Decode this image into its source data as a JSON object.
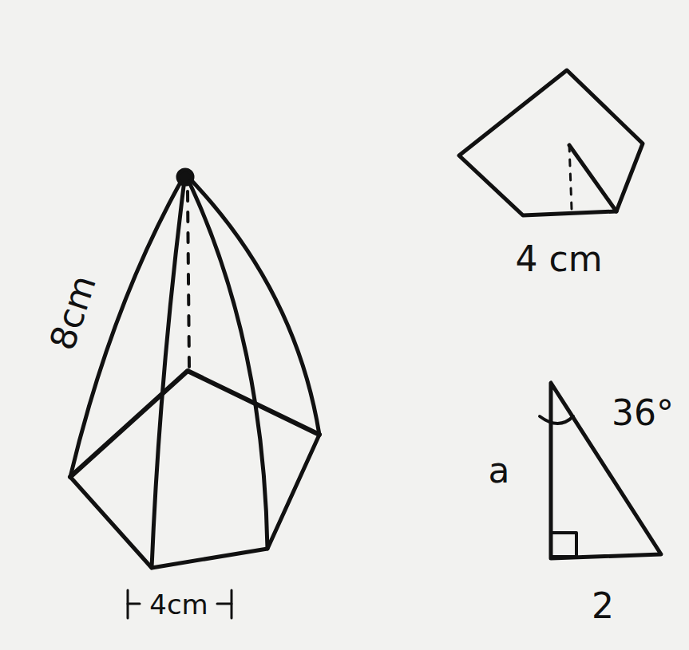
{
  "diagram": {
    "labels": [
      "8cm",
      "4cm",
      "4 cm",
      "a",
      "36°",
      "2"
    ]
  }
}
